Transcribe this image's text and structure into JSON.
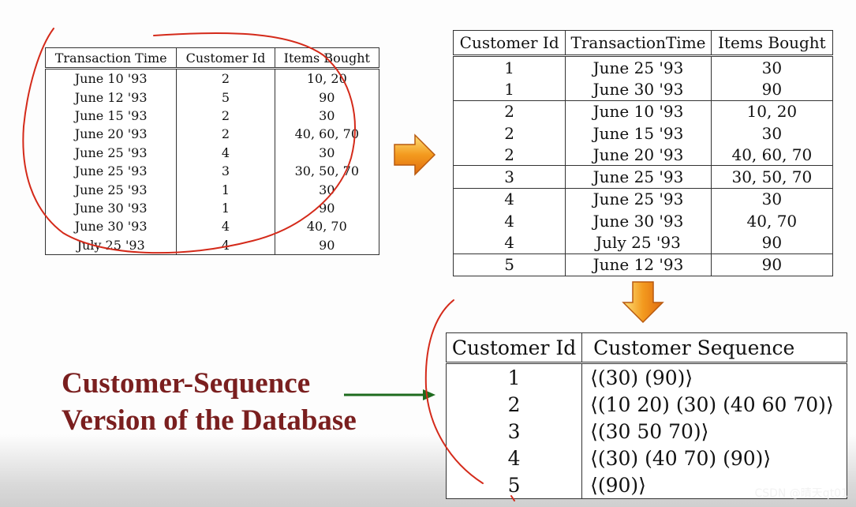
{
  "transactions_table": {
    "headers": [
      "Transaction Time",
      "Customer Id",
      "Items Bought"
    ],
    "rows": [
      [
        "June 10 '93",
        "2",
        "10, 20"
      ],
      [
        "June 12 '93",
        "5",
        "90"
      ],
      [
        "June 15 '93",
        "2",
        "30"
      ],
      [
        "June 20 '93",
        "2",
        "40, 60, 70"
      ],
      [
        "June 25 '93",
        "4",
        "30"
      ],
      [
        "June 25 '93",
        "3",
        "30, 50, 70"
      ],
      [
        "June 25 '93",
        "1",
        "30"
      ],
      [
        "June 30 '93",
        "1",
        "90"
      ],
      [
        "June 30 '93",
        "4",
        "40, 70"
      ],
      [
        "July 25 '93",
        "4",
        "90"
      ]
    ]
  },
  "sorted_table": {
    "headers": [
      "Customer Id",
      "TransactionTime",
      "Items Bought"
    ],
    "rows": [
      [
        "1",
        "June 25 '93",
        "30"
      ],
      [
        "1",
        "June 30 '93",
        "90"
      ],
      [
        "2",
        "June 10 '93",
        "10, 20"
      ],
      [
        "2",
        "June 15 '93",
        "30"
      ],
      [
        "2",
        "June 20 '93",
        "40, 60, 70"
      ],
      [
        "3",
        "June 25 '93",
        "30, 50, 70"
      ],
      [
        "4",
        "June 25 '93",
        "30"
      ],
      [
        "4",
        "June 30 '93",
        "40, 70"
      ],
      [
        "4",
        "July 25 '93",
        "90"
      ],
      [
        "5",
        "June 12 '93",
        "90"
      ]
    ]
  },
  "sequence_table": {
    "headers": [
      "Customer Id",
      "Customer Sequence"
    ],
    "rows": [
      [
        "1",
        "⟨(30) (90)⟩"
      ],
      [
        "2",
        "⟨(10 20) (30) (40 60 70)⟩"
      ],
      [
        "3",
        "⟨(30 50 70)⟩"
      ],
      [
        "4",
        "⟨(30) (40 70) (90)⟩"
      ],
      [
        "5",
        "⟨(90)⟩"
      ]
    ]
  },
  "caption": {
    "line1": "Customer-Sequence",
    "line2": "Version of the Database"
  },
  "watermark": "CSDN @晴天qt01",
  "colors": {
    "caption": "#7a1f1f",
    "pointer_arrow": "#1e6b1e",
    "block_arrow_fill": "#f39a1e",
    "annotation_ink": "#d42a1a"
  },
  "icons": [
    "right-block-arrow-icon",
    "down-block-arrow-icon",
    "right-pointer-arrow-icon"
  ]
}
